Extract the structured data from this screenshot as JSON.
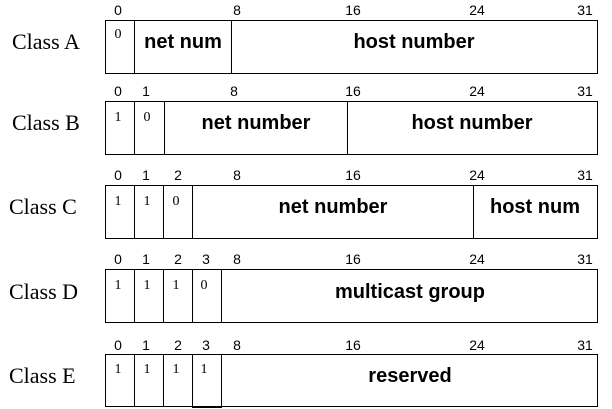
{
  "classes": [
    {
      "label": "Class A",
      "ticks": [
        "0",
        "8",
        "16",
        "24",
        "31"
      ],
      "bits": [
        "0"
      ],
      "fields": [
        "net num",
        "host number"
      ]
    },
    {
      "label": "Class B",
      "ticks": [
        "0",
        "1",
        "8",
        "16",
        "24",
        "31"
      ],
      "bits": [
        "1",
        "0"
      ],
      "fields": [
        "net number",
        "host number"
      ]
    },
    {
      "label": "Class C",
      "ticks": [
        "0",
        "1",
        "2",
        "8",
        "16",
        "24",
        "31"
      ],
      "bits": [
        "1",
        "1",
        "0"
      ],
      "fields": [
        "net number",
        "host num"
      ]
    },
    {
      "label": "Class D",
      "ticks": [
        "0",
        "1",
        "2",
        "3",
        "8",
        "16",
        "24",
        "31"
      ],
      "bits": [
        "1",
        "1",
        "1",
        "0"
      ],
      "fields": [
        "multicast group"
      ]
    },
    {
      "label": "Class E",
      "ticks": [
        "0",
        "1",
        "2",
        "3",
        "8",
        "16",
        "24",
        "31"
      ],
      "bits": [
        "1",
        "1",
        "1",
        "1"
      ],
      "fields": [
        "reserved"
      ]
    }
  ]
}
